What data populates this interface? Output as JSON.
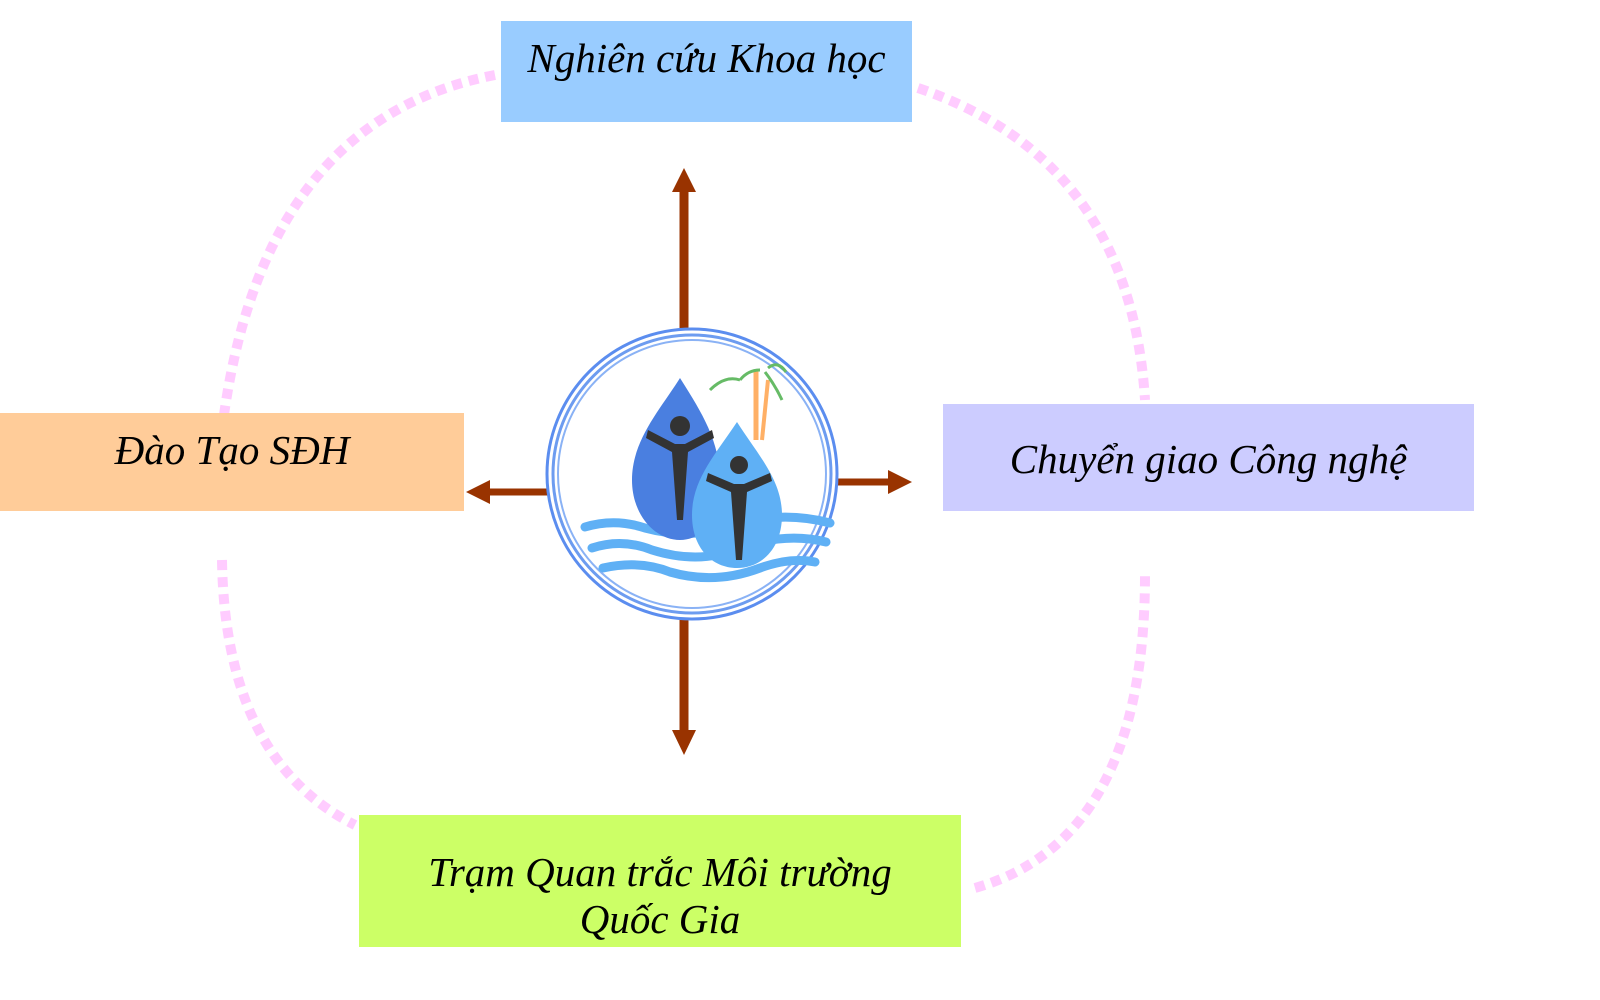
{
  "diagram": {
    "center": {
      "label": "",
      "icon": "water-drops-people-logo-icon"
    },
    "nodes": {
      "top": {
        "label": "Nghiên cứu Khoa học",
        "color": "#99ccff"
      },
      "left": {
        "label": "Đào Tạo SĐH",
        "color": "#ffcc99"
      },
      "right": {
        "label": "Chuyển giao Công nghệ",
        "color": "#ccccff"
      },
      "bottom": {
        "lines": [
          "Trạm Quan trắc Môi trường",
          "Quốc Gia"
        ],
        "color": "#ccff66"
      }
    },
    "arrow_color": "#993300",
    "ring_color": "#ffccff",
    "logo_colors": {
      "ring": "#5b8def",
      "drop_dark": "#4a7fe0",
      "drop_light": "#5fb0f5",
      "figure": "#333333",
      "waves": "#5fb0f5",
      "bamboo_stem": "#ffb066",
      "bamboo_leaf": "#66bb66"
    }
  }
}
